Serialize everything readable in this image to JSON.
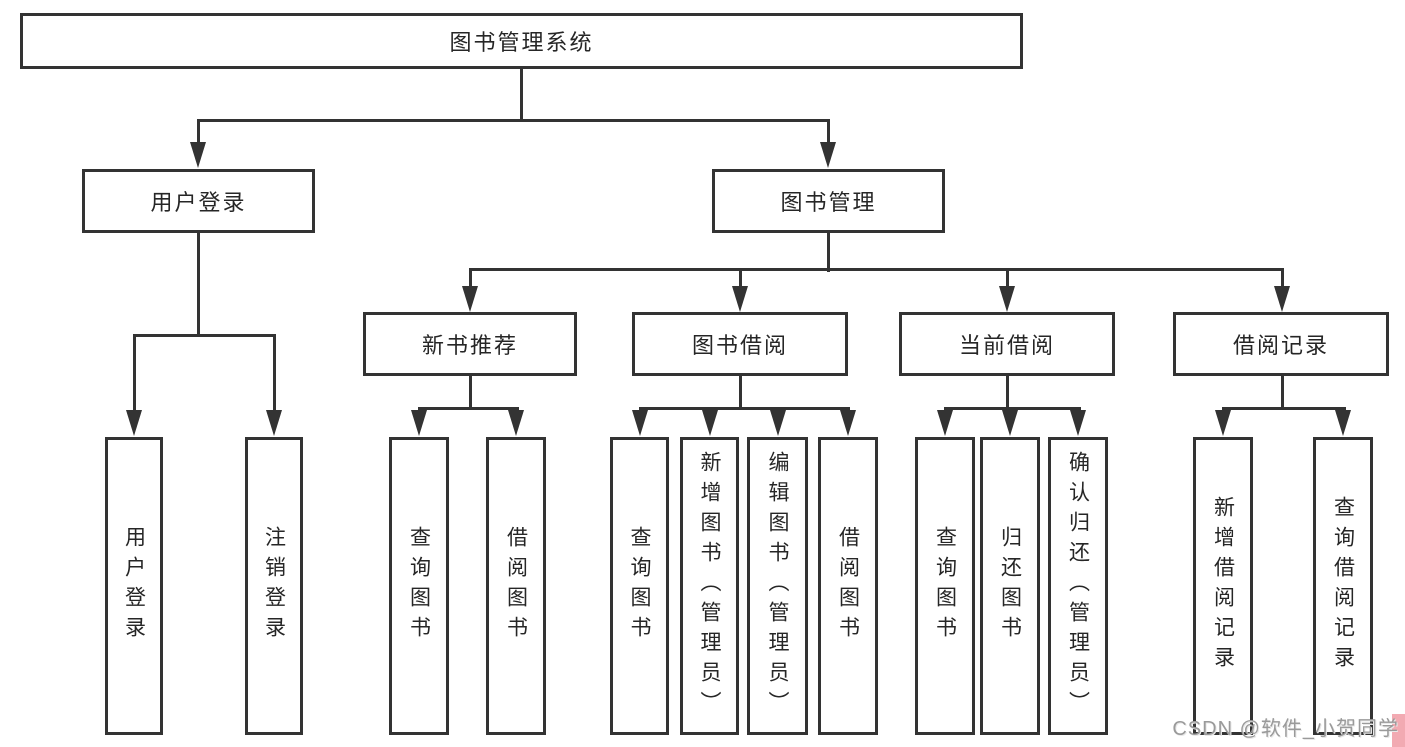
{
  "diagram": {
    "root": {
      "label": "图书管理系统"
    },
    "level1": [
      {
        "label": "用户登录"
      },
      {
        "label": "图书管理"
      }
    ],
    "level2": [
      {
        "label": "新书推荐",
        "parent": "图书管理"
      },
      {
        "label": "图书借阅",
        "parent": "图书管理"
      },
      {
        "label": "当前借阅",
        "parent": "图书管理"
      },
      {
        "label": "借阅记录",
        "parent": "图书管理"
      }
    ],
    "leaves": [
      {
        "label": "用户登录",
        "parent": "用户登录"
      },
      {
        "label": "注销登录",
        "parent": "用户登录"
      },
      {
        "label": "查询图书",
        "parent": "新书推荐"
      },
      {
        "label": "借阅图书",
        "parent": "新书推荐"
      },
      {
        "label": "查询图书",
        "parent": "图书借阅"
      },
      {
        "label": "新增图书（管理员）",
        "parent": "图书借阅"
      },
      {
        "label": "编辑图书（管理员）",
        "parent": "图书借阅"
      },
      {
        "label": "借阅图书",
        "parent": "图书借阅"
      },
      {
        "label": "查询图书",
        "parent": "当前借阅"
      },
      {
        "label": "归还图书",
        "parent": "当前借阅"
      },
      {
        "label": "确认归还（管理员）",
        "parent": "当前借阅"
      },
      {
        "label": "新增借阅记录",
        "parent": "借阅记录"
      },
      {
        "label": "查询借阅记录",
        "parent": "借阅记录"
      }
    ],
    "colors": {
      "line": "#333333",
      "text": "#262626",
      "background": "#ffffff",
      "watermark_text": "#9a9a9a",
      "watermark_highlight": "#f2aab2"
    }
  },
  "watermark": {
    "text": "CSDN @软件_小贺同学"
  }
}
